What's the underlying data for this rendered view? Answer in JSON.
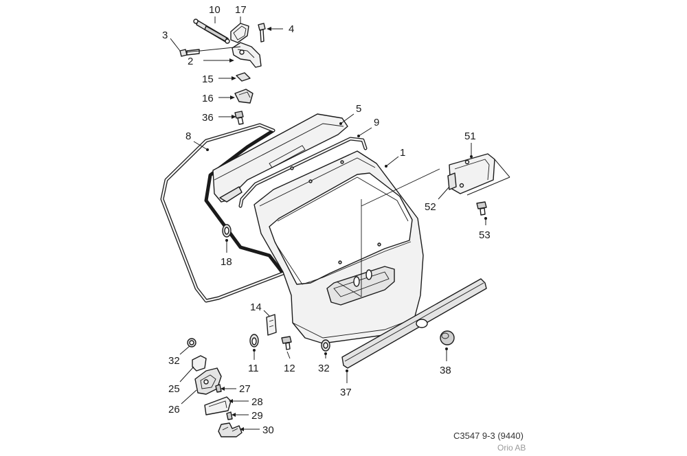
{
  "diagram": {
    "callouts": {
      "p10": "10",
      "p17": "17",
      "p4": "4",
      "p3": "3",
      "p2": "2",
      "p15": "15",
      "p16": "16",
      "p36": "36",
      "p5": "5",
      "p9": "9",
      "p8": "8",
      "p1": "1",
      "p51": "51",
      "p52": "52",
      "p53": "53",
      "p18": "18",
      "p14": "14",
      "p11": "11",
      "p12": "12",
      "p32a": "32",
      "p32b": "32",
      "p38": "38",
      "p37": "37",
      "p25": "25",
      "p26": "26",
      "p27": "27",
      "p28": "28",
      "p29": "29",
      "p30": "30"
    }
  },
  "footer": {
    "reference": "C3547 9-3 (9440)",
    "company": "Orio AB"
  }
}
